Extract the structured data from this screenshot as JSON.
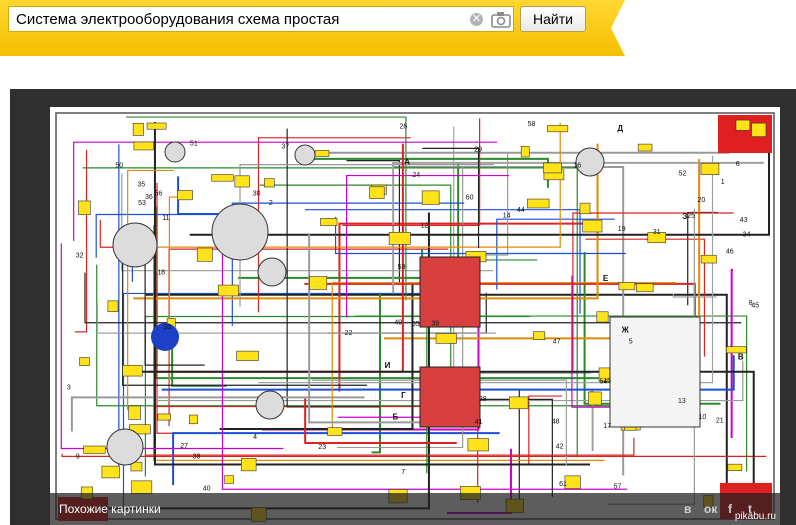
{
  "search": {
    "query": "Система электрооборудования схема простая",
    "button_label": "Найти"
  },
  "viewer": {
    "similar_label": "Похожие картинки",
    "share": [
      "в",
      "ок",
      "f",
      "t"
    ],
    "watermark": "pikabu.ru"
  },
  "diagram": {
    "component_numbers": [
      "1",
      "2",
      "3",
      "4",
      "5",
      "6",
      "7",
      "8",
      "9",
      "10",
      "11",
      "12",
      "13",
      "14",
      "15",
      "16",
      "17",
      "18",
      "19",
      "20",
      "21",
      "22",
      "23",
      "24",
      "25",
      "26",
      "27",
      "28",
      "29",
      "30",
      "31",
      "32",
      "33",
      "34",
      "35",
      "36",
      "37",
      "38",
      "39",
      "40",
      "41",
      "42",
      "43",
      "44",
      "45",
      "46",
      "47",
      "48",
      "49",
      "50",
      "51",
      "52",
      "53",
      "54",
      "55",
      "56",
      "57",
      "58",
      "59",
      "60",
      "61"
    ],
    "letters": [
      "А",
      "Б",
      "В",
      "Г",
      "Д",
      "Е",
      "Ж",
      "З",
      "И"
    ]
  },
  "colors": {
    "brand_yellow": "#ffcc00",
    "viewer_bg": "#2f2f2f"
  }
}
